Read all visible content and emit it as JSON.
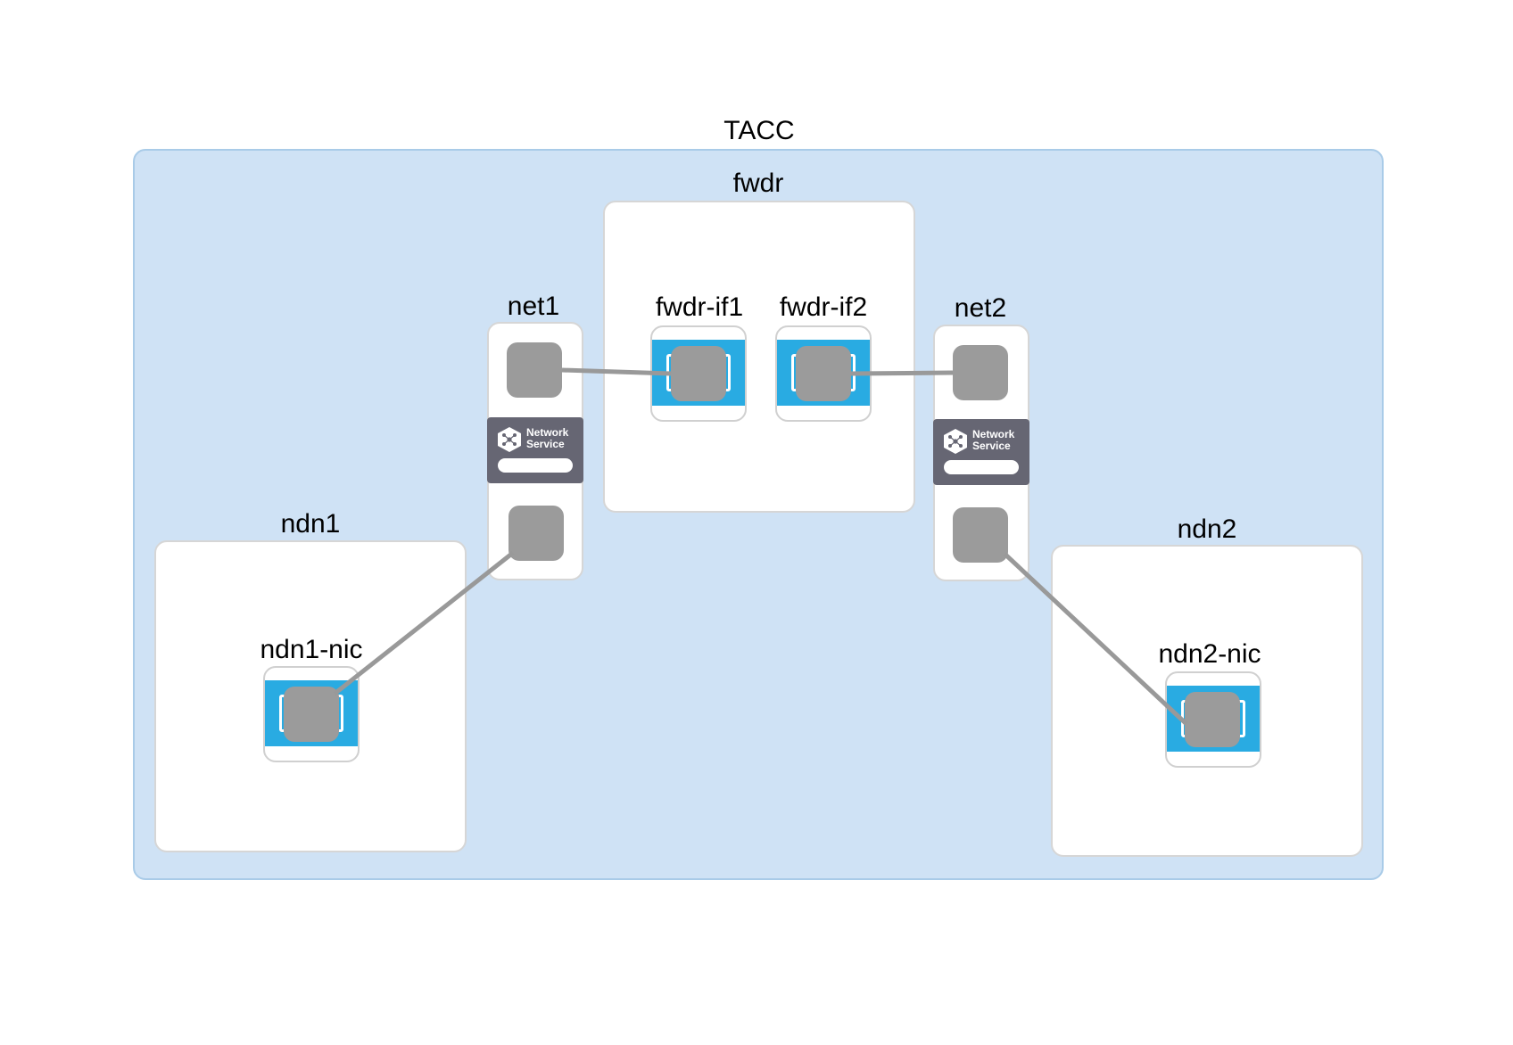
{
  "site": {
    "label": "TACC"
  },
  "nodes": {
    "fwdr": {
      "label": "fwdr"
    },
    "ndn1": {
      "label": "ndn1"
    },
    "ndn2": {
      "label": "ndn2"
    }
  },
  "interfaces": {
    "fwdr_if1": {
      "label": "fwdr-if1"
    },
    "fwdr_if2": {
      "label": "fwdr-if2"
    },
    "ndn1_nic": {
      "label": "ndn1-nic"
    },
    "ndn2_nic": {
      "label": "ndn2-nic"
    }
  },
  "networks": {
    "net1": {
      "label": "net1",
      "badge_line1": "Network",
      "badge_line2": "Service",
      "icon": "network-service-icon"
    },
    "net2": {
      "label": "net2",
      "badge_line1": "Network",
      "badge_line2": "Service",
      "icon": "network-service-icon"
    }
  },
  "colors": {
    "site_fill": "#cfe2f5",
    "nic_blue": "#29abe2",
    "port_gray": "#9b9b9b",
    "link_gray": "#999999",
    "badge_fill": "#666673"
  },
  "links": [
    {
      "from": "net1",
      "to": "fwdr-if1"
    },
    {
      "from": "net1",
      "to": "ndn1-nic"
    },
    {
      "from": "net2",
      "to": "fwdr-if2"
    },
    {
      "from": "net2",
      "to": "ndn2-nic"
    }
  ]
}
